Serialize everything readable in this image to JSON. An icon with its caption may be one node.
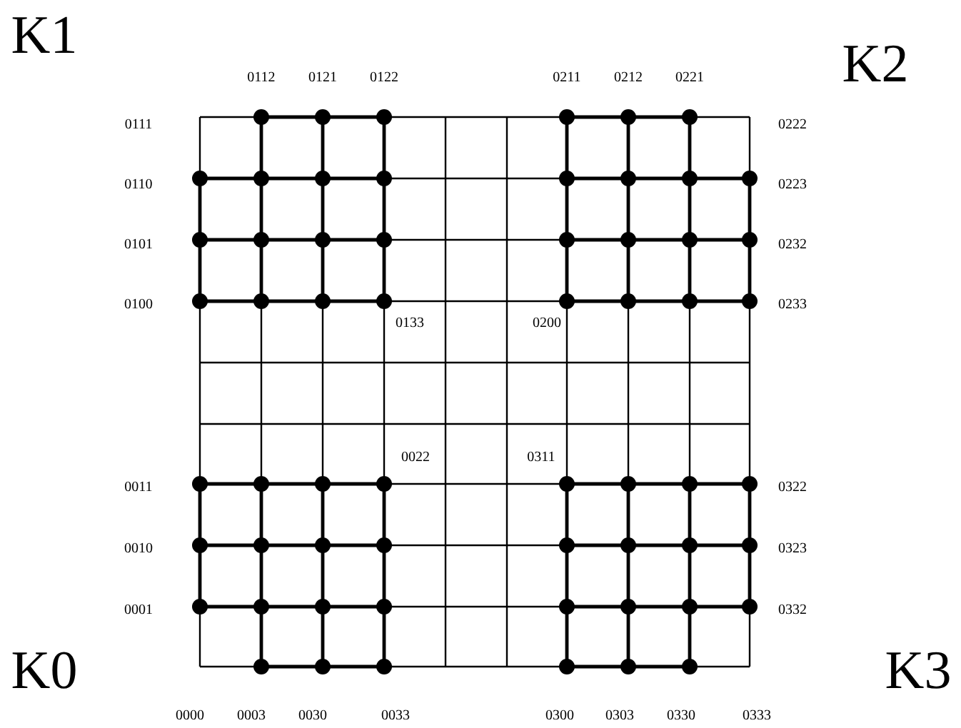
{
  "diagram": {
    "labels": [
      "K1",
      "K2",
      "0112",
      "0121",
      "0122",
      "0211",
      "0212",
      "0221",
      "0111",
      "0222",
      "0110",
      "0223",
      "0101",
      "0232",
      "0100",
      "0233",
      "0133",
      "0200",
      "0022",
      "0311",
      "0011",
      "0322",
      "0010",
      "0323",
      "0001",
      "0332",
      "K0",
      "K3",
      "0000",
      "0003",
      "0030",
      "0033",
      "0300",
      "0303",
      "0330",
      "0333"
    ]
  }
}
